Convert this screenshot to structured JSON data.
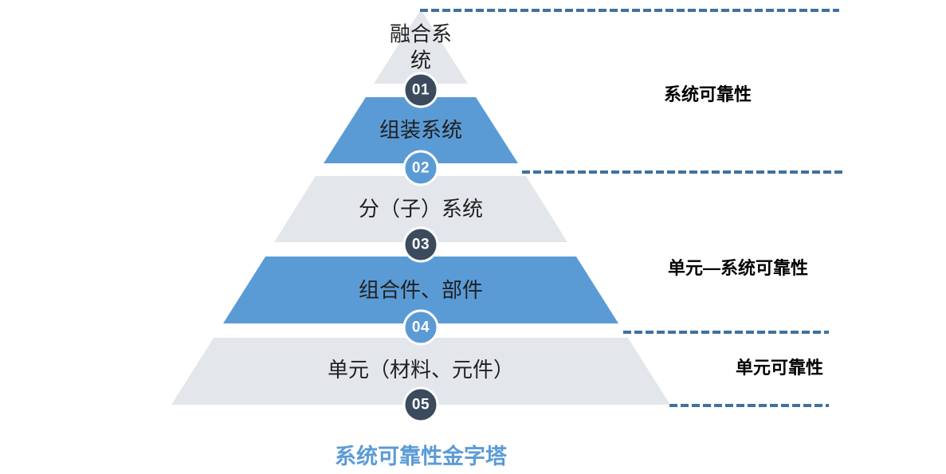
{
  "title": "系统可靠性金字塔",
  "pyramid": {
    "levels": [
      {
        "number": "01",
        "label": "融合系统"
      },
      {
        "number": "02",
        "label": "组装系统"
      },
      {
        "number": "03",
        "label": "分（子）系统"
      },
      {
        "number": "04",
        "label": "组合件、部件"
      },
      {
        "number": "05",
        "label": "单元（材料、元件）"
      }
    ]
  },
  "side_labels": [
    {
      "text": "系统可靠性"
    },
    {
      "text": "单元—系统可靠性"
    },
    {
      "text": "单元可靠性"
    }
  ],
  "colors": {
    "level_gray": "#e3e6ea",
    "level_blue": "#5b9bd5",
    "badge_dark": "#3c4a5e",
    "badge_blue": "#5b9bd5",
    "dashed_line": "#41719c",
    "title_blue": "#5b9bd5",
    "text_dark": "#1f1f1f"
  }
}
